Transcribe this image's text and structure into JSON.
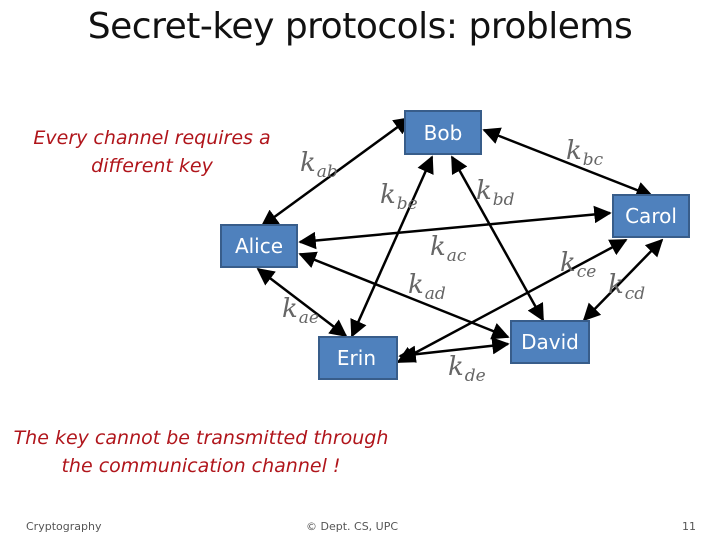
{
  "slide": {
    "title": "Secret-key protocols: problems",
    "note_top": "Every channel requires a different key",
    "note_bottom": "The key cannot be transmitted through the communication channel !"
  },
  "nodes": [
    {
      "id": "bob",
      "label": "Bob"
    },
    {
      "id": "carol",
      "label": "Carol"
    },
    {
      "id": "alice",
      "label": "Alice"
    },
    {
      "id": "erin",
      "label": "Erin"
    },
    {
      "id": "david",
      "label": "David"
    }
  ],
  "edges": [
    {
      "from": "alice",
      "to": "bob",
      "key": {
        "base": "k",
        "sub": "ab"
      }
    },
    {
      "from": "bob",
      "to": "carol",
      "key": {
        "base": "k",
        "sub": "bc"
      }
    },
    {
      "from": "bob",
      "to": "erin",
      "key": {
        "base": "k",
        "sub": "be"
      }
    },
    {
      "from": "bob",
      "to": "david",
      "key": {
        "base": "k",
        "sub": "bd"
      }
    },
    {
      "from": "alice",
      "to": "carol",
      "key": {
        "base": "k",
        "sub": "ac"
      }
    },
    {
      "from": "carol",
      "to": "erin",
      "key": {
        "base": "k",
        "sub": "ce"
      }
    },
    {
      "from": "carol",
      "to": "david",
      "key": {
        "base": "k",
        "sub": "cd"
      }
    },
    {
      "from": "alice",
      "to": "david",
      "key": {
        "base": "k",
        "sub": "ad"
      }
    },
    {
      "from": "alice",
      "to": "erin",
      "key": {
        "base": "k",
        "sub": "ae"
      }
    },
    {
      "from": "erin",
      "to": "david",
      "key": {
        "base": "k",
        "sub": "de"
      }
    }
  ],
  "footer": {
    "left": "Cryptography",
    "center": "© Dept. CS, UPC",
    "page": "11"
  },
  "colors": {
    "node_fill": "#4f81bd",
    "node_border": "#385d8a",
    "note_text": "#b0151b",
    "key_text": "#666666",
    "edge": "#000000"
  }
}
